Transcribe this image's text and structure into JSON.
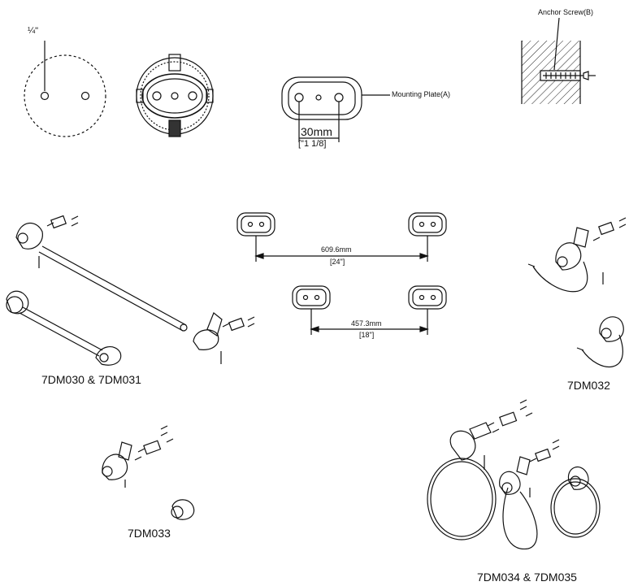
{
  "labels": {
    "hole_size": "¼\"",
    "anchor_screw": "Anchor Screw(B)",
    "mounting_plate": "Mounting Plate(A)",
    "plate_spacing_mm": "30mm",
    "plate_spacing_in": "[\"1 1/8]",
    "spacing_24_mm": "609.6mm",
    "spacing_24_in": "[24\"]",
    "spacing_18_mm": "457.3mm",
    "spacing_18_in": "[18\"]"
  },
  "models": {
    "towel_bars": "7DM030 & 7DM031",
    "toilet_paper_holder": "7DM032",
    "robe_hook": "7DM033",
    "towel_rings": "7DM034 & 7DM035"
  }
}
